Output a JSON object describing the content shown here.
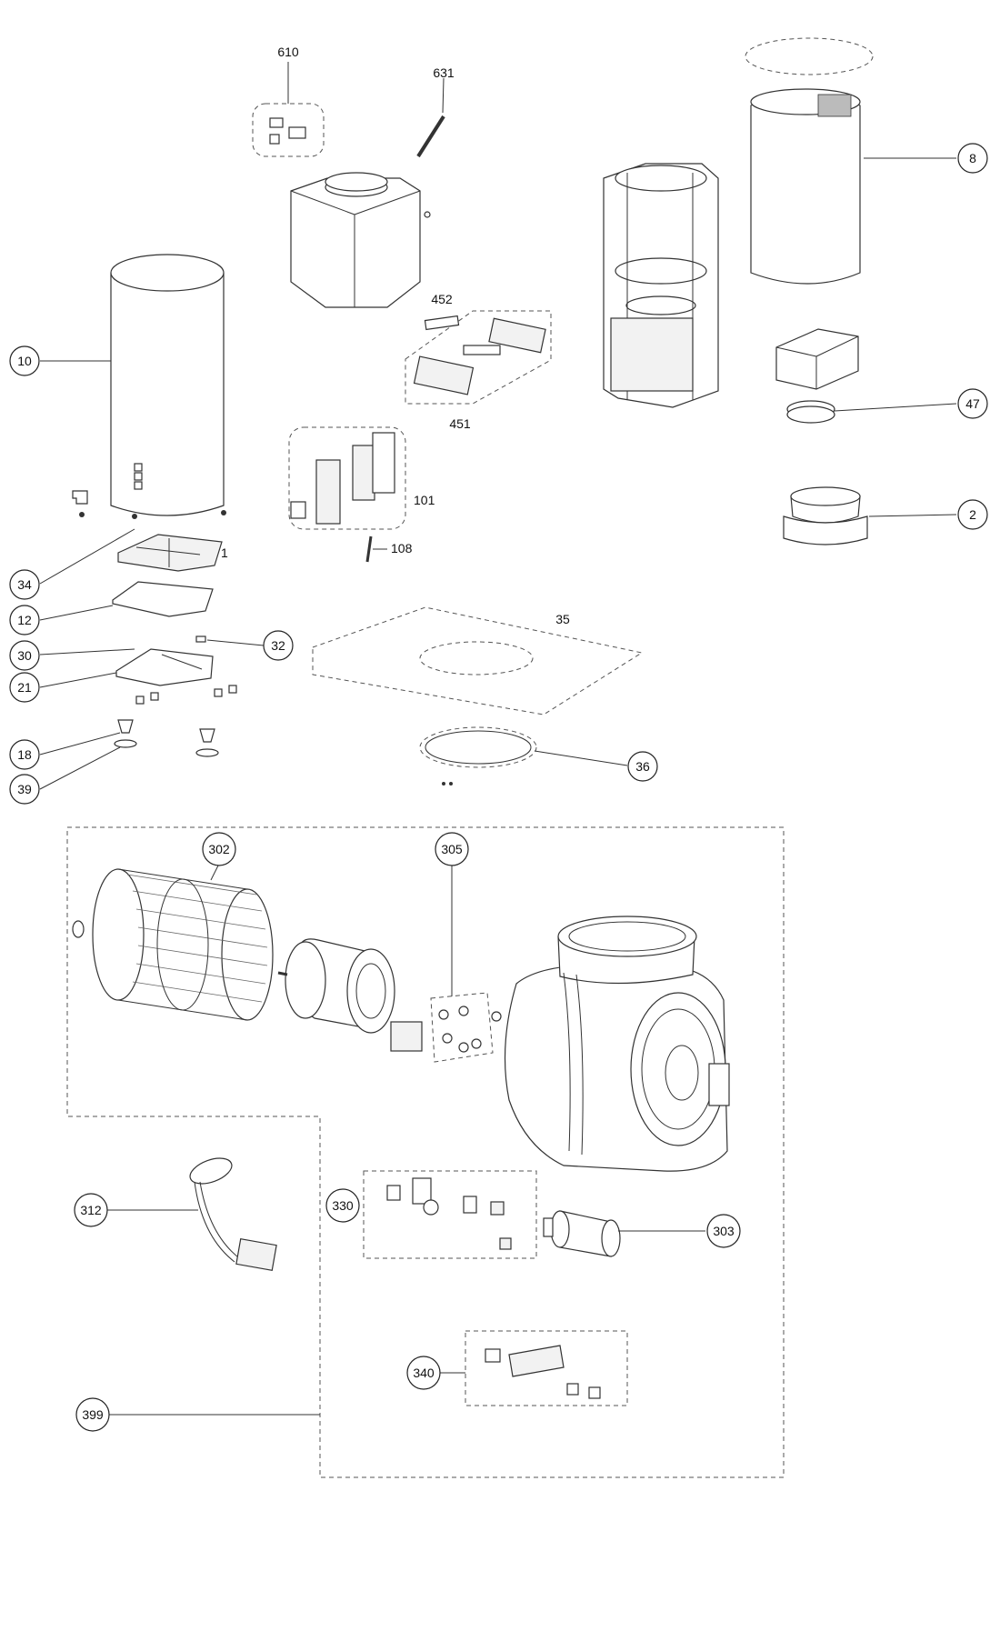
{
  "callouts": {
    "c610": "610",
    "c631": "631",
    "c8": "8",
    "c10": "10",
    "c452": "452",
    "c451": "451",
    "c47": "47",
    "c101": "101",
    "c2": "2",
    "c108": "108",
    "c34": "34",
    "c1": "1",
    "c12": "12",
    "c30": "30",
    "c32": "32",
    "c35": "35",
    "c21": "21",
    "c18": "18",
    "c39": "39",
    "c36": "36",
    "c302": "302",
    "c305": "305",
    "c312": "312",
    "c330": "330",
    "c303": "303",
    "c340": "340",
    "c399": "399"
  }
}
